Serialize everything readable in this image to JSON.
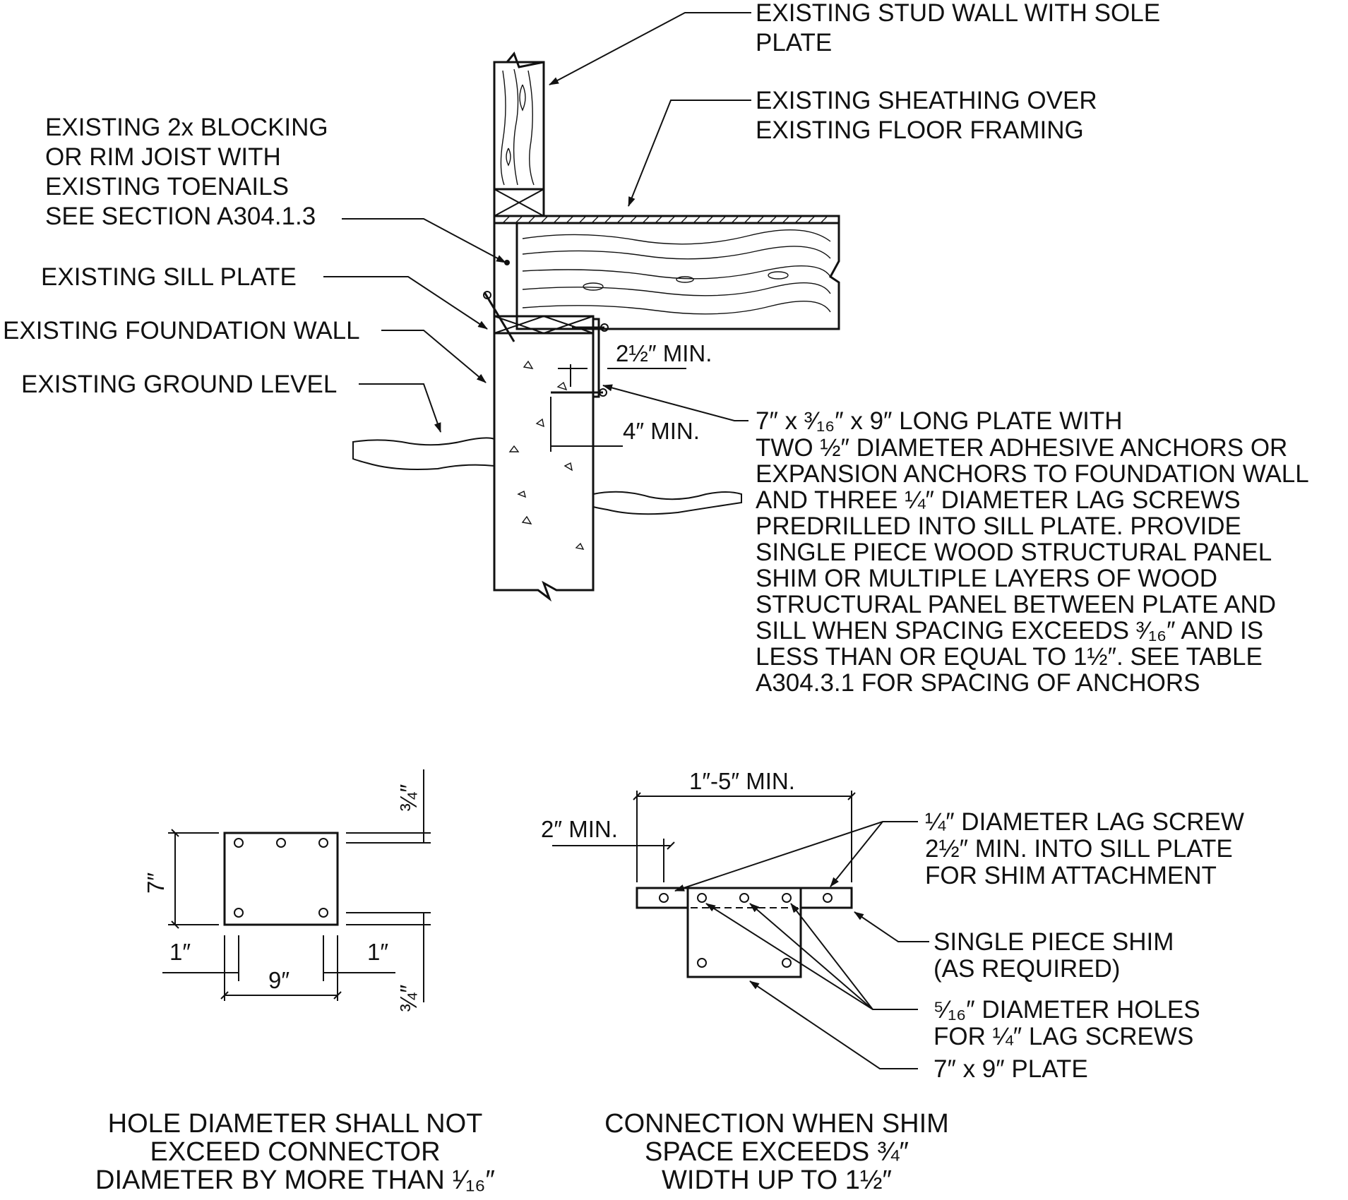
{
  "section": {
    "stud_wall": [
      "EXISTING STUD WALL WITH SOLE",
      "PLATE"
    ],
    "sheathing": [
      "EXISTING SHEATHING OVER",
      "EXISTING FLOOR FRAMING"
    ],
    "blocking": [
      "EXISTING 2x BLOCKING",
      "OR RIM JOIST WITH",
      "EXISTING TOENAILS",
      "SEE SECTION A304.1.3"
    ],
    "sill_plate": "EXISTING SILL PLATE",
    "foundation_wall": "EXISTING FOUNDATION WALL",
    "ground_level": "EXISTING GROUND LEVEL",
    "dim_top": "2½″ MIN.",
    "dim_mid": "4″ MIN.",
    "note": [
      "7″  x ³⁄₁₆″ x 9″ LONG PLATE WITH",
      "TWO ½″ DIAMETER ADHESIVE ANCHORS OR",
      "EXPANSION ANCHORS TO FOUNDATION WALL",
      "AND THREE ¼″ DIAMETER LAG SCREWS",
      "PREDRILLED INTO SILL PLATE. PROVIDE",
      "SINGLE PIECE WOOD STRUCTURAL PANEL",
      "SHIM OR MULTIPLE LAYERS OF WOOD",
      "STRUCTURAL PANEL BETWEEN PLATE AND",
      "SILL WHEN SPACING EXCEEDS ³⁄₁₆″ AND IS",
      "LESS THAN OR EQUAL TO 1½″. SEE TABLE",
      "A304.3.1 FOR SPACING OF ANCHORS"
    ]
  },
  "plate_detail": {
    "dim_height": "7″",
    "dim_width": "9″",
    "dim_left": "1″",
    "dim_right": "1″",
    "dim_top_edge": "¾″",
    "dim_bottom_edge": "¾″",
    "caption": [
      "HOLE DIAMETER SHALL NOT",
      "EXCEED CONNECTOR",
      "DIAMETER BY MORE THAN ¹⁄₁₆″"
    ]
  },
  "shim_detail": {
    "dim_overall": "1″-5″ MIN.",
    "dim_edge": "2″ MIN.",
    "lag_screw": [
      "¼″ DIAMETER LAG SCREW",
      "2½″ MIN. INTO SILL PLATE",
      "FOR SHIM ATTACHMENT"
    ],
    "shim": [
      "SINGLE PIECE SHIM",
      "(AS REQUIRED)"
    ],
    "holes": [
      "⁵⁄₁₆″ DIAMETER HOLES",
      "FOR ¼″ LAG SCREWS"
    ],
    "plate": "7″ x 9″ PLATE",
    "caption": [
      "CONNECTION WHEN SHIM",
      "SPACE EXCEEDS ¾″",
      "WIDTH UP TO 1½″"
    ]
  }
}
